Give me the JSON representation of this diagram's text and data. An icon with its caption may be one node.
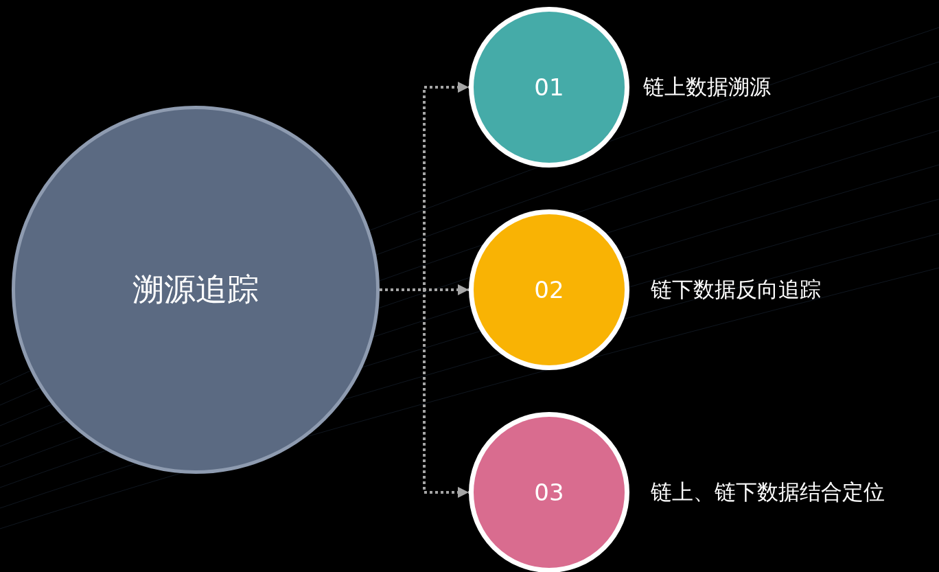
{
  "diagram": {
    "nodes": [
      {
        "text": [
          "溯源追踪"
        ]
      },
      {
        "text": [
          "01"
        ],
        "beside": [
          "链上数据溯源"
        ]
      },
      {
        "text": [
          "02"
        ],
        "beside": [
          "链下数据反向追踪"
        ]
      },
      {
        "text": [
          "03"
        ],
        "beside": [
          "链上、链下数据结合定位"
        ]
      }
    ],
    "edges": [
      {
        "from": 0,
        "to": 1,
        "arrow": "to",
        "style": "dashed"
      },
      {
        "from": 0,
        "to": 2,
        "arrow": "to",
        "style": "dashed"
      },
      {
        "from": 0,
        "to": 3,
        "arrow": "to",
        "style": "dashed"
      }
    ]
  }
}
